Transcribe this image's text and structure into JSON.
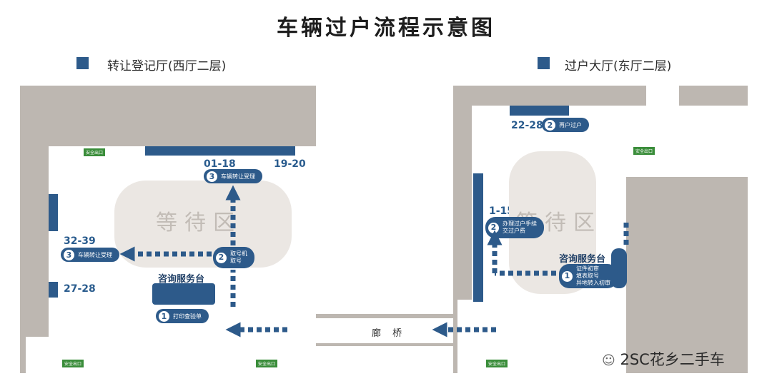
{
  "title": "车辆过户流程示意图",
  "legend": {
    "west": "转让登记厅(西厅二层)",
    "east": "过户大厅(东厅二层)"
  },
  "waiting_area": "等待区",
  "corridor": "廊 桥",
  "exit_label": "安全出口",
  "west": {
    "desk": "咨询服务台",
    "window_01_18": "01-18",
    "window_19_20": "19-20",
    "window_32_39": "32-39",
    "window_27_28": "27-28",
    "steps": {
      "s1": {
        "num": "1",
        "text": "打印查验单"
      },
      "s2": {
        "num": "2",
        "line1": "取号机",
        "line2": "取号"
      },
      "s3a": {
        "num": "3",
        "text": "车辆转让受理"
      },
      "s3b": {
        "num": "3",
        "text": "车辆转让受理"
      }
    }
  },
  "east": {
    "desk": "咨询服务台",
    "window_22_28": "22-28",
    "window_1_15": "1-15",
    "steps": {
      "s1": {
        "num": "1",
        "line1": "证件初审",
        "line2": "填表取号",
        "line3": "异地转入初审"
      },
      "s2a": {
        "num": "2",
        "line1": "办理过户手续",
        "line2": "交过户费"
      },
      "s2b": {
        "num": "2",
        "text": "再户过户"
      }
    }
  },
  "watermark": "2SC花乡二手车",
  "colors": {
    "primary": "#2d5a8a",
    "wall": "#bdb7b1",
    "waiting": "#ebe7e3",
    "exit": "#3a8d3a"
  }
}
